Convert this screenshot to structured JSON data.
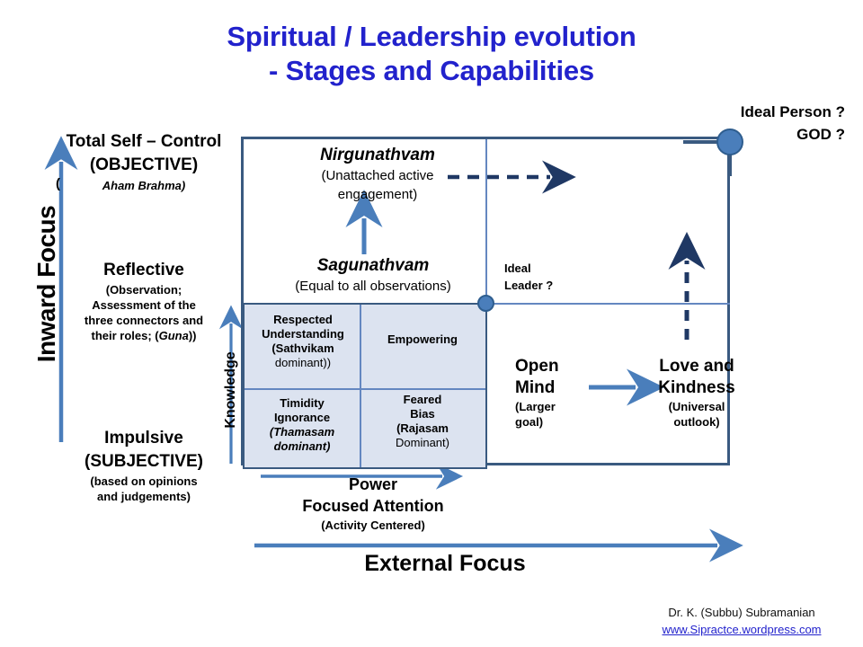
{
  "title": {
    "line1": "Spiritual / Leadership evolution",
    "line2": "-  Stages and Capabilities",
    "color": "#2222CC"
  },
  "axes": {
    "vertical_label": "Inward Focus",
    "horizontal_label": "External Focus",
    "knowledge_label": "Knowledge",
    "power": {
      "line1": "Power",
      "line2": "Focused Attention",
      "sub": "(Activity Centered)"
    }
  },
  "left_scale": {
    "top": {
      "line1": "Total Self – Control",
      "line2": "(OBJECTIVE)",
      "line3_italic": "Aham Brahma",
      "line3_close": ")",
      "stray_paren": "("
    },
    "middle": {
      "heading": "Reflective",
      "sub_line1": "(Observation;",
      "sub_line2": "Assessment of the",
      "sub_line3": "three connectors and",
      "sub_line4_pre": "their roles; (",
      "sub_line4_italic": "Guna",
      "sub_line4_post": "))"
    },
    "bottom": {
      "line1": "Impulsive",
      "line2": "(SUBJECTIVE)",
      "sub_line1": "(based on opinions",
      "sub_line2": "and judgements)"
    }
  },
  "upper_stages": {
    "nirgunathvam": {
      "heading": "Nirgunathvam",
      "sub_line1": "(Unattached active",
      "sub_line2": "engagement)"
    },
    "sagunathvam": {
      "heading": "Sagunathvam",
      "sub_line1": "(Equal to all observations)"
    }
  },
  "matrix": {
    "top_left": {
      "line1": "Respected",
      "line2": "Understanding",
      "line3": "(Sathvikam",
      "line4": "dominant))"
    },
    "top_right": {
      "line1": "Empowering"
    },
    "bottom_left": {
      "line1": "Timidity",
      "line2": "Ignorance",
      "line3_italic": "(Thamasam",
      "line4_italic": "dominant)"
    },
    "bottom_right": {
      "line1": "Feared",
      "line2": "Bias",
      "line3": "(Rajasam",
      "line4": "Dominant)"
    }
  },
  "right_region": {
    "ideal_leader": {
      "line1": "Ideal",
      "line2": "Leader ?"
    },
    "open_mind": {
      "line1": "Open",
      "line2": "Mind",
      "sub_line1": "(Larger",
      "sub_line2": "goal)"
    },
    "love_kindness": {
      "line1": "Love and",
      "line2": "Kindness",
      "sub_line1": "(Universal",
      "sub_line2": "outlook)"
    },
    "ideal_person": {
      "line1": "Ideal Person ?",
      "line2": "GOD ?"
    }
  },
  "footer": {
    "author": "Dr. K. (Subbu) Subramanian",
    "url": "www.Sipractce.wordpress.com"
  },
  "colors": {
    "title_blue": "#2222CC",
    "frame_blue": "#3A5A80",
    "line_blue": "#6487C0",
    "arrow_blue": "#4A7EBB",
    "dashed_navy": "#1F3864",
    "matrix_fill": "#DCE3F0",
    "node_fill": "#4A7EBB"
  }
}
